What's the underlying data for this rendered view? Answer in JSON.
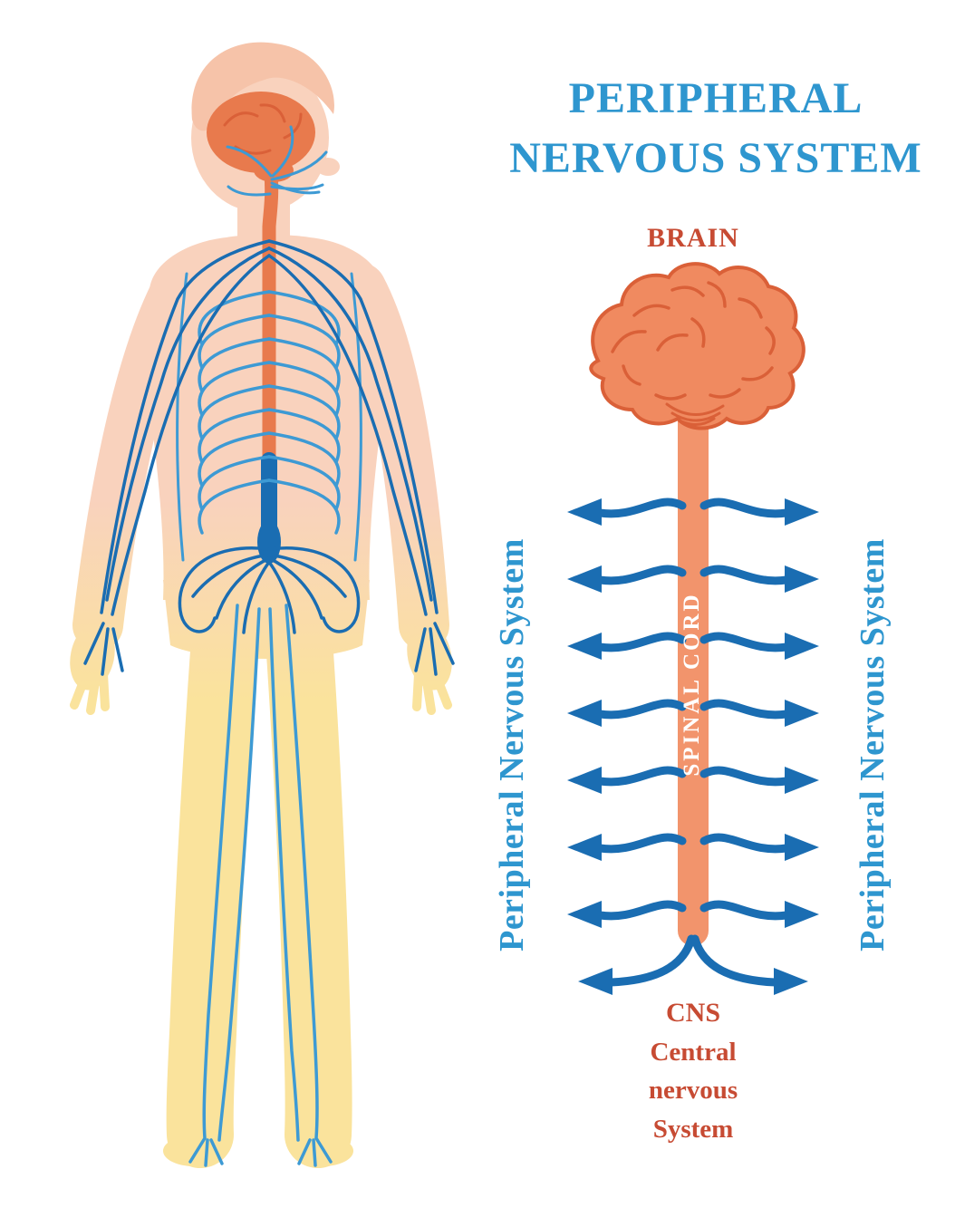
{
  "title": {
    "line1": "PERIPHERAL",
    "line2": "NERVOUS SYSTEM"
  },
  "diagram": {
    "brain_label": "BRAIN",
    "spinal_cord_label": "SPINAL CORD",
    "left_side_label": "Peripheral Nervous System",
    "right_side_label": "Peripheral Nervous System",
    "cns_abbr": "CNS",
    "cns_line1": "Central",
    "cns_line2": "nervous",
    "cns_line3": "System"
  },
  "colors": {
    "title_blue": "#2E96CF",
    "arrow_blue": "#1A6DB2",
    "nerve_blue": "#3D9AD4",
    "label_red": "#C74B33",
    "brain_orange": "#F08A60",
    "brain_outline": "#DA6038",
    "spinal_orange": "#F2946C",
    "spine_orange": "#E87A4D",
    "body_peach": "#F9D2BD",
    "body_yellow": "#FAE39C",
    "hair_peach": "#F6C3A9"
  }
}
